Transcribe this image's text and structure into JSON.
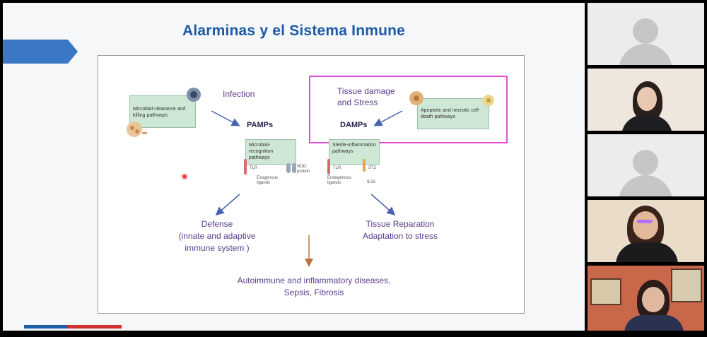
{
  "slide": {
    "title": "Alarminas y el Sistema Inmune",
    "figure": {
      "box_left": "Microbial-clearance and killing pathways",
      "infection": "Infection",
      "pamps": "PAMPs",
      "tissue_damage": "Tissue damage\nand Stress",
      "box_right": "Apoptotic and necrotic cell-death pathways",
      "damps": "DAMPs",
      "box_mid_left": "Microbial-recognition pathways",
      "box_mid_right": "Sterile-inflammation pathways",
      "tlr_left": "TLR",
      "nod": "NOD protein",
      "exogenous": "Exogenous ligands",
      "tlr_right": "TLR",
      "st2": "ST2",
      "endogenous": "Endogenous ligands",
      "il33": "IL33",
      "defense": "Defense\n(innate and adaptive\nimmune system )",
      "tissue_reparation": "Tissue Reparation\nAdaptation to stress",
      "autoimmune": "Autoimmune and inflammatory diseases,\nSepsis, Fibrosis"
    }
  },
  "participants": [
    {
      "type": "placeholder"
    },
    {
      "type": "video"
    },
    {
      "type": "placeholder"
    },
    {
      "type": "video"
    },
    {
      "type": "video"
    }
  ],
  "colors": {
    "title": "#1f5aa6",
    "highlight_border": "#e14fd9",
    "figure_text": "#5a3d8a",
    "arrow": "#4a63b0"
  }
}
